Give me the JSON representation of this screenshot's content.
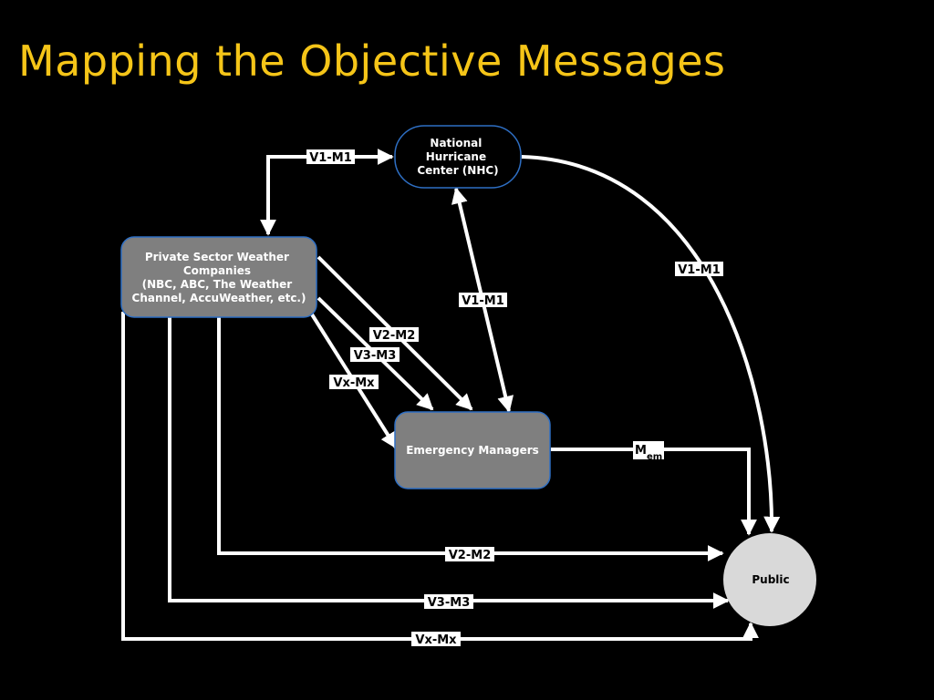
{
  "title": "Mapping the Objective Messages",
  "nodes": {
    "nhc": [
      "National",
      "Hurricane",
      "Center (NHC)"
    ],
    "private": [
      "Private Sector Weather",
      "Companies",
      "(NBC, ABC, The Weather",
      "Channel, AccuWeather, etc.)"
    ],
    "em": "Emergency Managers",
    "public": "Public"
  },
  "labels": {
    "v1m1_top": "V1-M1",
    "v1m1_mid": "V1-M1",
    "v1m1_right": "V1-M1",
    "v2m2_diag": "V2-M2",
    "v3m3_diag": "V3-M3",
    "vxmx_diag": "Vx-Mx",
    "mem_main": "M",
    "mem_sub": "em",
    "v2m2_bottom": "V2-M2",
    "v3m3_bottom": "V3-M3",
    "vxmx_bottom": "Vx-Mx"
  },
  "colors": {
    "background": "#000000",
    "title": "#f5c518",
    "node_fill_gray": "#7f7f7f",
    "node_border_blue": "#2e6fc4",
    "public_fill": "#d9d9d9",
    "connector": "#ffffff"
  }
}
